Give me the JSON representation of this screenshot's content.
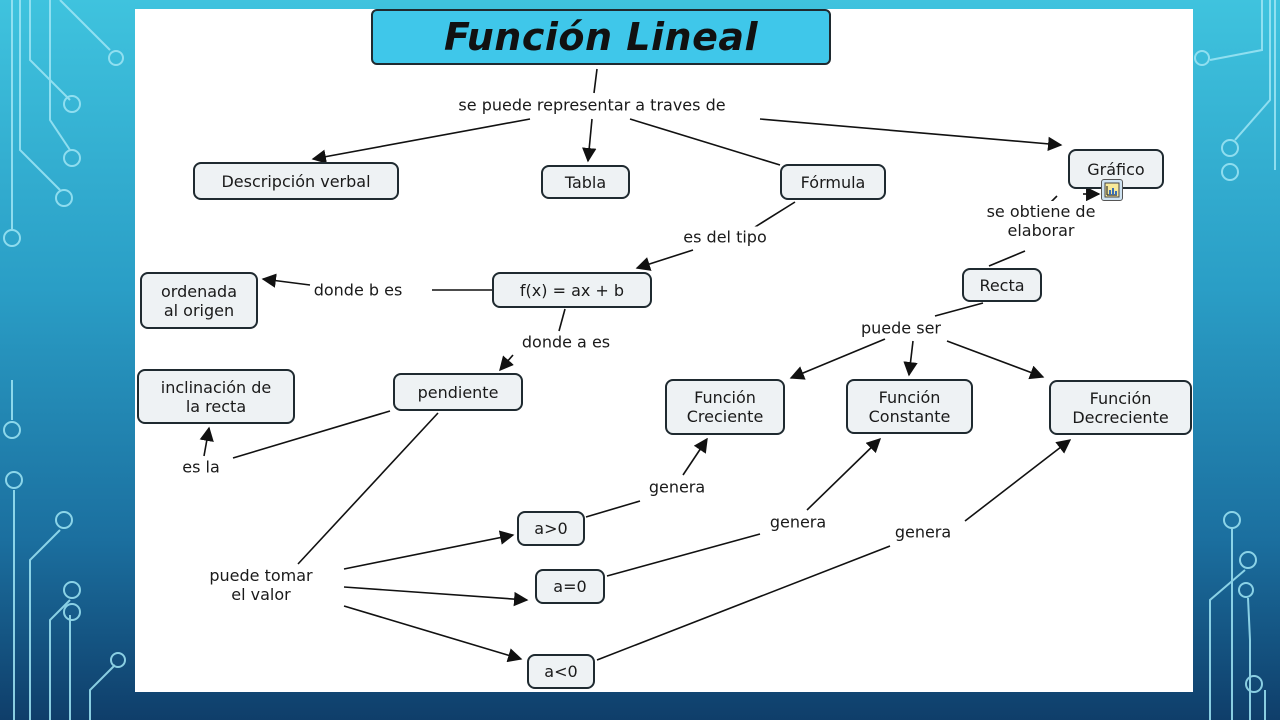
{
  "title": "Función Lineal",
  "nodes": {
    "descripcion_verbal": "Descripción verbal",
    "tabla": "Tabla",
    "formula": "Fórmula",
    "grafico": "Gráfico",
    "funcion_formula": "f(x) = ax + b",
    "ordenada": "ordenada\nal origen",
    "recta": "Recta",
    "pendiente": "pendiente",
    "inclinacion": "inclinación de\nla recta",
    "funcion_creciente": "Función\nCreciente",
    "funcion_constante": "Función\nConstante",
    "funcion_decreciente": "Función\nDecreciente",
    "a_mayor": "a>0",
    "a_igual": "a=0",
    "a_menor": "a<0"
  },
  "links": {
    "se_puede_representar": "se puede representar a traves de",
    "es_del_tipo": "es del tipo",
    "donde_b_es": "donde b es",
    "donde_a_es": "donde a es",
    "se_obtiene": "se obtiene de elaborar",
    "puede_ser": "puede ser",
    "es_la": "es la",
    "puede_tomar": "puede tomar\nel valor",
    "genera_1": "genera",
    "genera_2": "genera",
    "genera_3": "genera"
  },
  "icons": {
    "grafico_attachment": "chart-document-icon"
  },
  "colors": {
    "title_bg": "#3fc7ea",
    "node_bg": "#eef2f4",
    "line": "#1a1a1a"
  }
}
